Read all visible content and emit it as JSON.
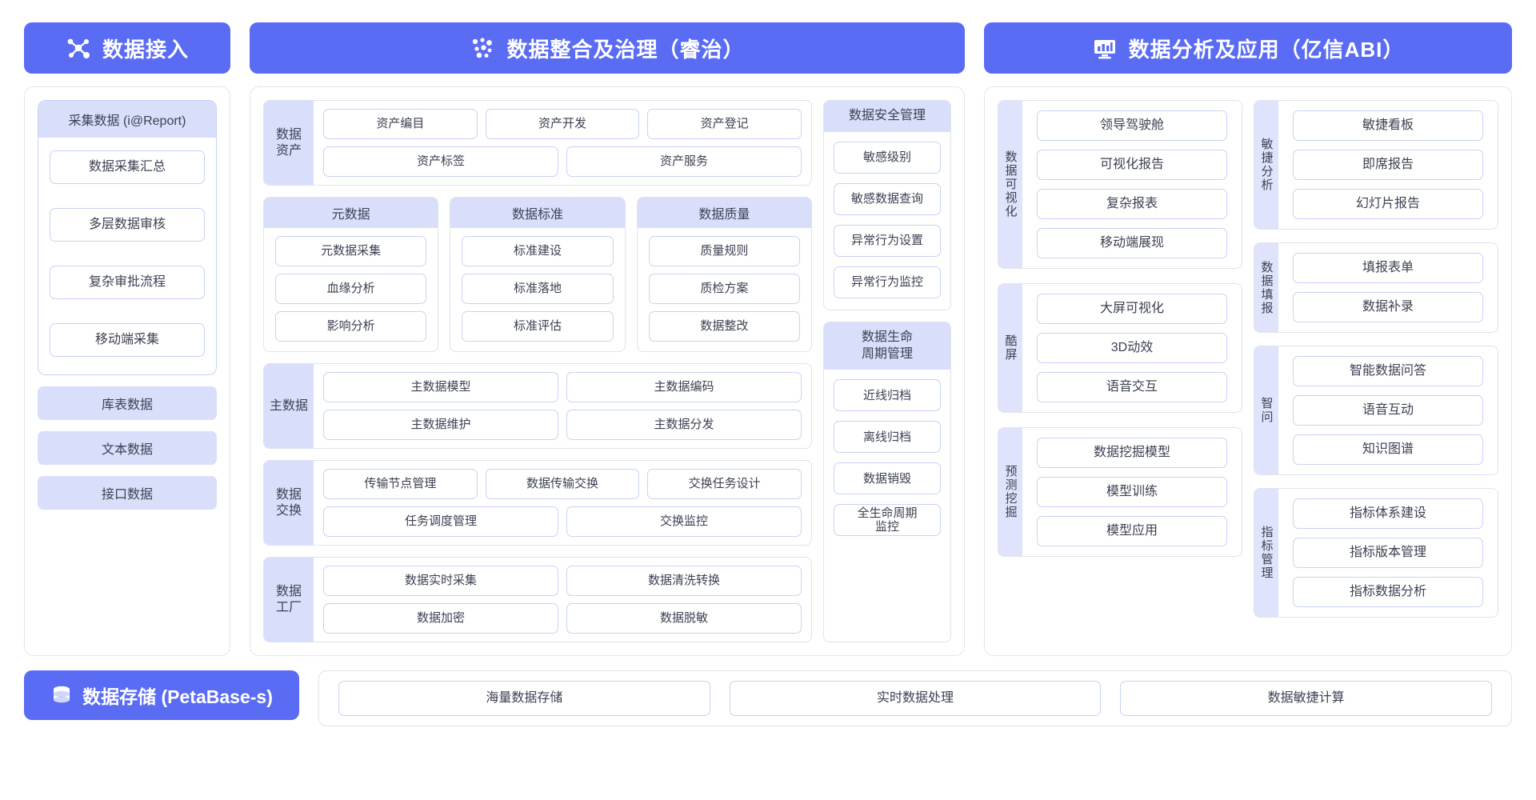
{
  "headers": {
    "ingest": {
      "title": "数据接入",
      "icon": "nodes-network-icon"
    },
    "govern": {
      "title": "数据整合及治理（睿治）",
      "icon": "dots-cluster-icon"
    },
    "analyze": {
      "title": "数据分析及应用（亿信ABI）",
      "icon": "monitor-chart-icon"
    }
  },
  "ingest": {
    "collect_card": {
      "title": "采集数据 (i@Report)",
      "items": [
        "数据采集汇总",
        "多层数据审核",
        "复杂审批流程",
        "移动端采集"
      ]
    },
    "sources": [
      "库表数据",
      "文本数据",
      "接口数据"
    ]
  },
  "govern": {
    "asset_row": {
      "label": "数据\n资产",
      "line1": [
        "资产编目",
        "资产开发",
        "资产登记"
      ],
      "line2": [
        "资产标签",
        "资产服务"
      ]
    },
    "triple": [
      {
        "title": "元数据",
        "items": [
          "元数据采集",
          "血缘分析",
          "影响分析"
        ]
      },
      {
        "title": "数据标准",
        "items": [
          "标准建设",
          "标准落地",
          "标准评估"
        ]
      },
      {
        "title": "数据质量",
        "items": [
          "质量规则",
          "质检方案",
          "数据整改"
        ]
      }
    ],
    "master_row": {
      "label": "主数据",
      "line1": [
        "主数据模型",
        "主数据编码"
      ],
      "line2": [
        "主数据维护",
        "主数据分发"
      ]
    },
    "exchange_row": {
      "label": "数据\n交换",
      "line1": [
        "传输节点管理",
        "数据传输交换",
        "交换任务设计"
      ],
      "line2": [
        "任务调度管理",
        "交换监控"
      ]
    },
    "factory_row": {
      "label": "数据\n工厂",
      "line1": [
        "数据实时采集",
        "数据清洗转换"
      ],
      "line2": [
        "数据加密",
        "数据脱敏"
      ]
    },
    "security_panel": {
      "title": "数据安全管理",
      "items": [
        "敏感级别",
        "敏感数据查询",
        "异常行为设置",
        "异常行为监控"
      ]
    },
    "lifecycle_panel": {
      "title": "数据生命\n周期管理",
      "items": [
        "近线归档",
        "离线归档",
        "数据销毁",
        "全生命周期\n监控"
      ]
    }
  },
  "analyze": {
    "left_groups": [
      {
        "label": "数据可视化",
        "items": [
          "领导驾驶舱",
          "可视化报告",
          "复杂报表",
          "移动端展现"
        ]
      },
      {
        "label": "酷屏",
        "items": [
          "大屏可视化",
          "3D动效",
          "语音交互"
        ]
      },
      {
        "label": "预测挖掘",
        "items": [
          "数据挖掘模型",
          "模型训练",
          "模型应用"
        ]
      }
    ],
    "right_groups": [
      {
        "label": "敏捷分析",
        "items": [
          "敏捷看板",
          "即席报告",
          "幻灯片报告"
        ]
      },
      {
        "label": "数据填报",
        "items": [
          "填报表单",
          "数据补录"
        ]
      },
      {
        "label": "智问",
        "items": [
          "智能数据问答",
          "语音互动",
          "知识图谱"
        ]
      },
      {
        "label": "指标管理",
        "items": [
          "指标体系建设",
          "指标版本管理",
          "指标数据分析"
        ]
      }
    ]
  },
  "storage": {
    "title": "数据存储 (PetaBase-s)",
    "icon": "database-icon",
    "items": [
      "海量数据存储",
      "实时数据处理",
      "数据敏捷计算"
    ]
  },
  "colors": {
    "brand": "#5a6cf3",
    "panel_head": "#d9dffa",
    "chip_border": "#c9d2f5",
    "text": "#3c4152",
    "dashed_border": "#c8ccd8"
  }
}
